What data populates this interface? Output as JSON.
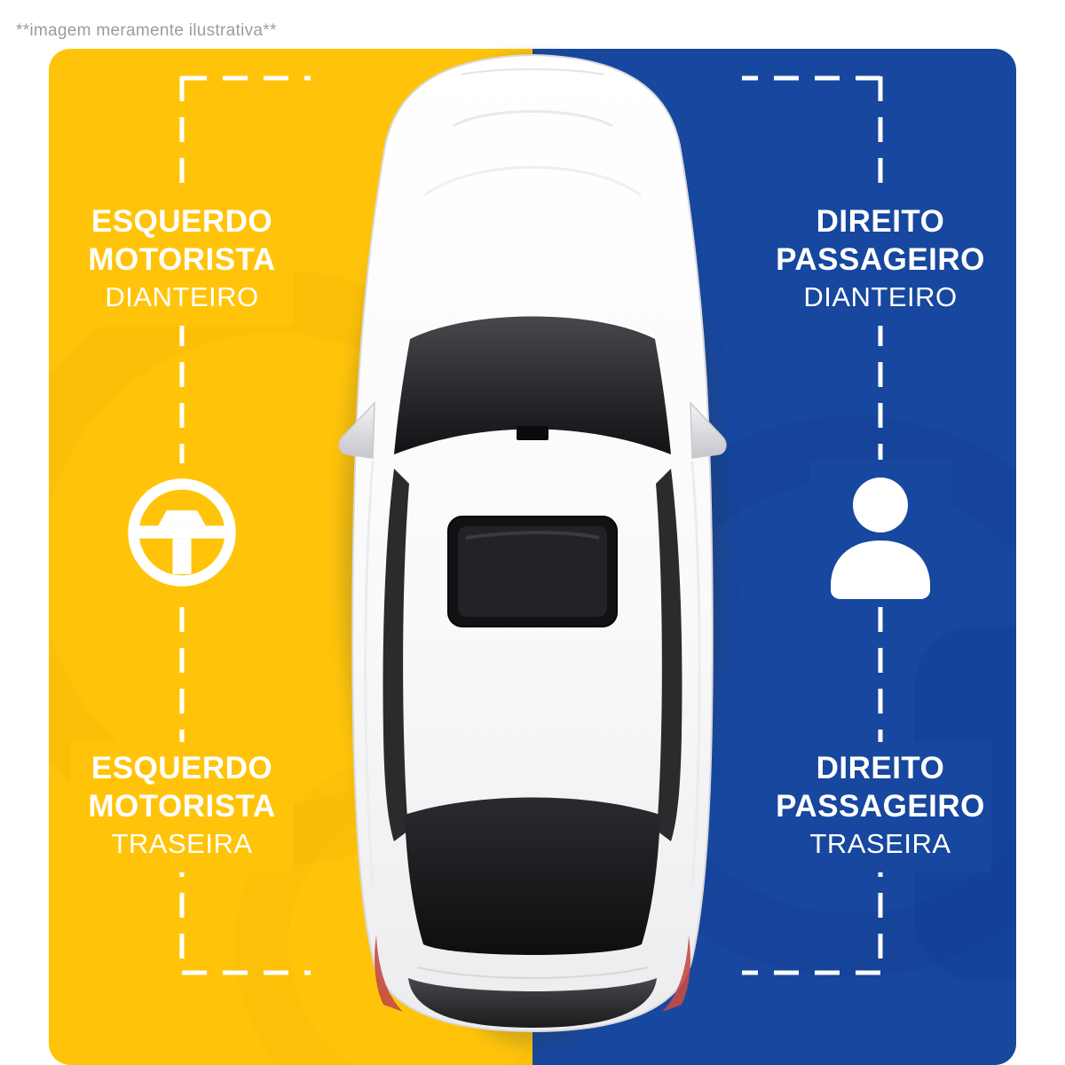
{
  "disclaimer": "**imagem meramente ilustrativa**",
  "colors": {
    "left_bg": "#ffc40a",
    "right_bg": "#17479e",
    "text": "#ffffff",
    "disclaimer_text": "#9c9c9c",
    "accent_watermark_left": "#f0ad00",
    "accent_watermark_right": "#0d3a8a"
  },
  "labels": {
    "left_front": {
      "line1": "ESQUERDO",
      "line2": "MOTORISTA",
      "line3": "DIANTEIRO"
    },
    "left_rear": {
      "line1": "ESQUERDO",
      "line2": "MOTORISTA",
      "line3": "TRASEIRA"
    },
    "right_front": {
      "line1": "DIREITO",
      "line2": "PASSAGEIRO",
      "line3": "DIANTEIRO"
    },
    "right_rear": {
      "line1": "DIREITO",
      "line2": "PASSAGEIRO",
      "line3": "TRASEIRA"
    }
  },
  "icons": {
    "left": "steering-wheel-icon",
    "right": "person-icon"
  }
}
